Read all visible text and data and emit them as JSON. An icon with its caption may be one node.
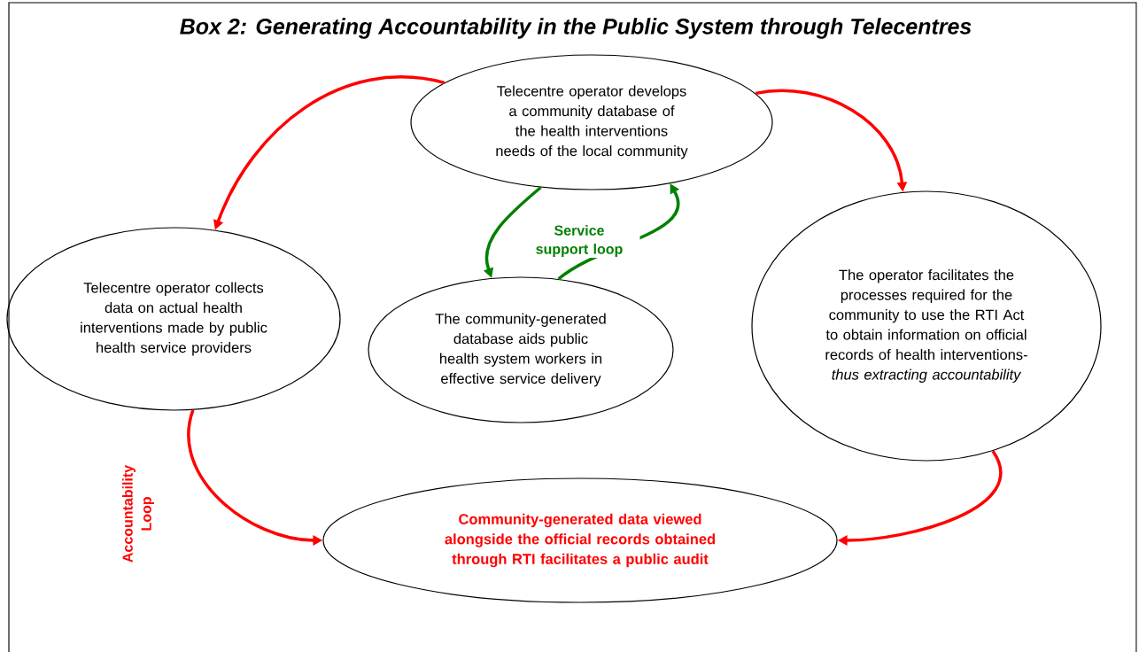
{
  "diagram": {
    "title": "Box 2: Generating Accountability in the Public System through Telecentres",
    "nodes": [
      {
        "text": [
          "Telecentre operator develops a community database of the health interventions needs of the local community"
        ]
      },
      {
        "text": [
          "Telecentre operator collects data on actual health interventions made by public health service providers"
        ]
      },
      {
        "text": [
          "The community-generated database aids public health system workers in effective service delivery"
        ]
      },
      {
        "text": [
          "The operator facilitates the processes required for the community to use the RTI Act to obtain information on official records of health interventions- *thus extracting accountability*"
        ]
      },
      {
        "text": [
          "Community-generated data viewed alongside the official records obtained through RTI facilitates a public audit"
        ]
      }
    ],
    "edges": [
      {
        "from": 0,
        "to": 1,
        "arrow": "to"
      },
      {
        "from": 0,
        "to": 3,
        "arrow": "to"
      },
      {
        "from": 0,
        "to": 2,
        "arrow": "to",
        "color": "#008000"
      },
      {
        "from": 2,
        "to": 0,
        "arrow": "to",
        "color": "#008000",
        "label": "Service support loop"
      },
      {
        "from": 1,
        "to": 4,
        "arrow": "to",
        "label": "Accountability Loop"
      },
      {
        "from": 3,
        "to": 4,
        "arrow": "to"
      }
    ]
  }
}
